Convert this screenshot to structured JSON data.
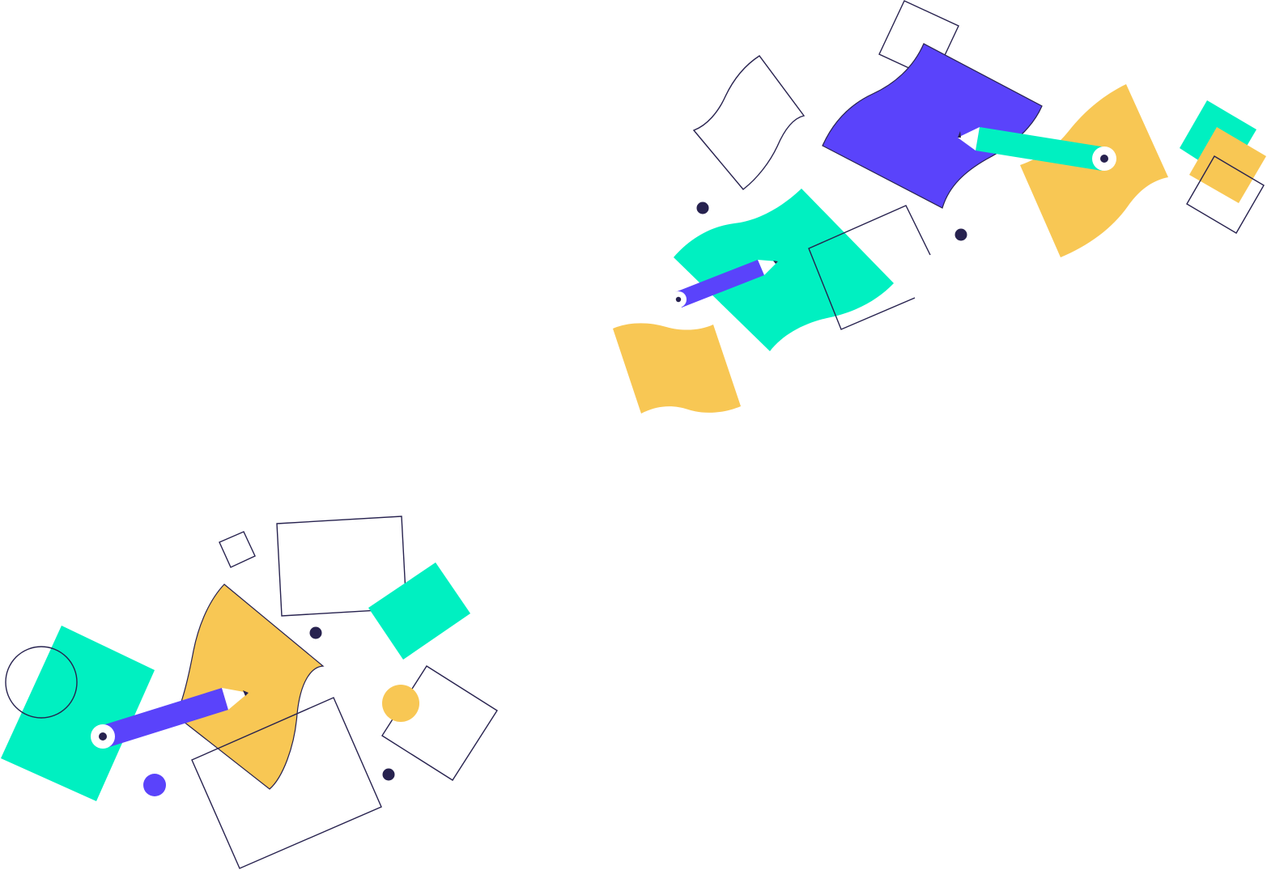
{
  "palette": {
    "background": "#ffffff",
    "ink": "#27224f",
    "violet": "#5a43fb",
    "mint": "#00f0c1",
    "mustard": "#f8c754",
    "white": "#ffffff"
  },
  "shapes": [
    "outlined-square",
    "outlined-wavy-sheet",
    "violet-wavy-sheet",
    "mint-wavy-sheet",
    "mustard-wavy-sheet",
    "mustard-tile",
    "mint-tile",
    "outlined-circle",
    "pencil",
    "dot"
  ]
}
